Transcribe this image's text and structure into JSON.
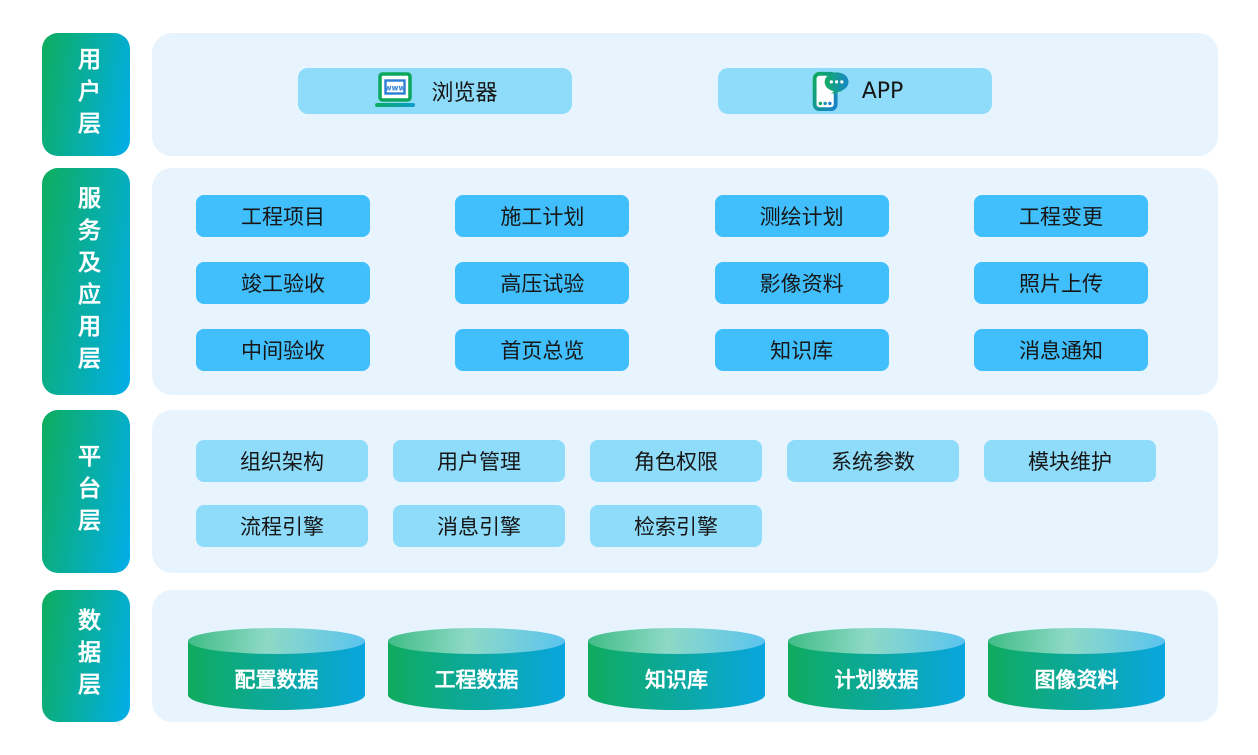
{
  "diagram": {
    "layers": {
      "user": {
        "label": "用户层",
        "items": [
          {
            "label": "浏览器",
            "icon": "browser-icon"
          },
          {
            "label": "APP",
            "icon": "app-icon"
          }
        ]
      },
      "service": {
        "label": "服务及应用层",
        "rows": [
          [
            "工程项目",
            "施工计划",
            "测绘计划",
            "工程变更"
          ],
          [
            "竣工验收",
            "高压试验",
            "影像资料",
            "照片上传"
          ],
          [
            "中间验收",
            "首页总览",
            "知识库",
            "消息通知"
          ]
        ]
      },
      "platform": {
        "label": "平台层",
        "rows": [
          [
            "组织架构",
            "用户管理",
            "角色权限",
            "系统参数",
            "模块维护"
          ],
          [
            "流程引擎",
            "消息引擎",
            "检索引擎"
          ]
        ]
      },
      "data": {
        "label": "数据层",
        "cylinders": [
          "配置数据",
          "工程数据",
          "知识库",
          "计划数据",
          "图像资料"
        ]
      }
    },
    "icons": {
      "browser_screen_text": "www"
    },
    "colors": {
      "panel_bg": "#e7f4fd",
      "chip_bright_blue": "#41bffc",
      "chip_light_blue": "#8edcf9",
      "label_gradient_start": "#0ead5d",
      "label_gradient_end": "#01aeea",
      "cylinder_gradient_start": "#0fab5e",
      "cylinder_gradient_end": "#09a6e0",
      "text_dark": "#161616",
      "text_white": "#ffffff"
    }
  }
}
